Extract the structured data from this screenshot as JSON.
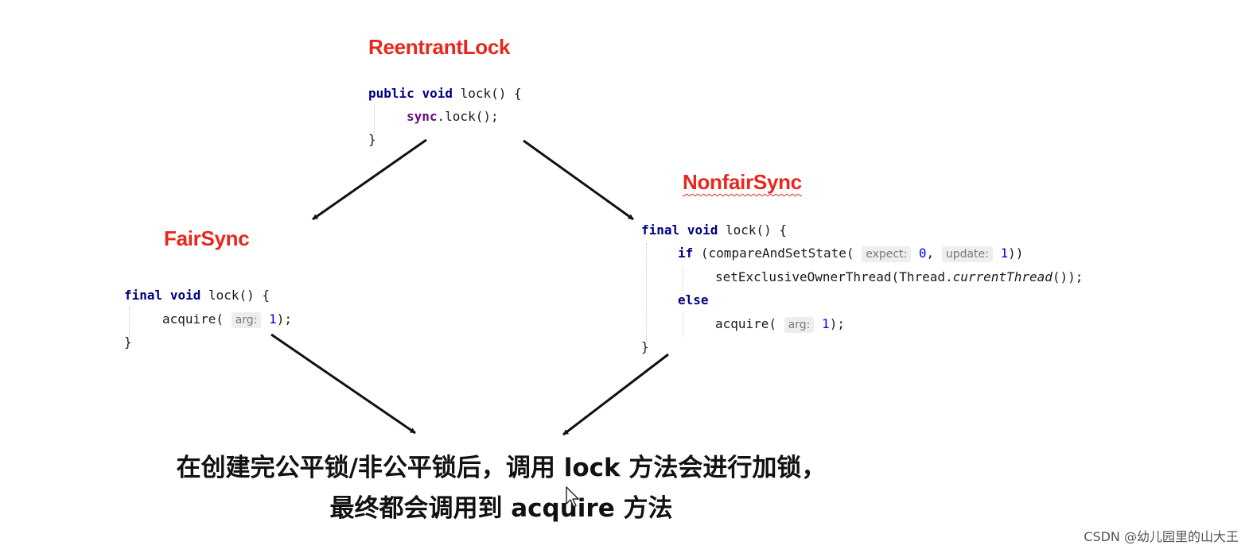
{
  "colors": {
    "title": "#e8271c",
    "keyword": "#000080",
    "field": "#660e7a",
    "number": "#0000ff",
    "hint_bg": "#eeeeee",
    "hint_text": "#7a7a7a",
    "arrow": "#111111"
  },
  "reentrant": {
    "title": "ReentrantLock",
    "code": {
      "l1_kw1": "public",
      "l1_kw2": "void",
      "l1_rest": "lock() {",
      "l2_field": "sync",
      "l2_rest": ".lock();",
      "l3": "}"
    }
  },
  "fair": {
    "title": "FairSync",
    "code": {
      "l1_kw1": "final",
      "l1_kw2": "void",
      "l1_rest": "lock() {",
      "l2_call": "acquire(",
      "l2_hint": "arg:",
      "l2_num": "1",
      "l2_end": ");",
      "l3": "}"
    }
  },
  "nonfair": {
    "title": "NonfairSync",
    "code": {
      "l1_kw1": "final",
      "l1_kw2": "void",
      "l1_rest": "lock() {",
      "l2_kw": "if",
      "l2_call": "(compareAndSetState(",
      "l2_hint1": "expect:",
      "l2_num1": "0",
      "l2_sep": ",",
      "l2_hint2": "update:",
      "l2_num2": "1",
      "l2_end": "))",
      "l3_call": "setExclusiveOwnerThread(Thread.",
      "l3_italic": "currentThread",
      "l3_end": "());",
      "l4_kw": "else",
      "l5_call": "acquire(",
      "l5_hint": "arg:",
      "l5_num": "1",
      "l5_end": ");",
      "l6": "}"
    }
  },
  "caption": {
    "line1": "在创建完公平锁/非公平锁后，调用 lock 方法会进行加锁，",
    "line2": "最终都会调用到 acquire 方法"
  },
  "watermark": "CSDN @幼儿园里的山大王",
  "icons": {
    "cursor": "mouse-pointer-icon"
  }
}
